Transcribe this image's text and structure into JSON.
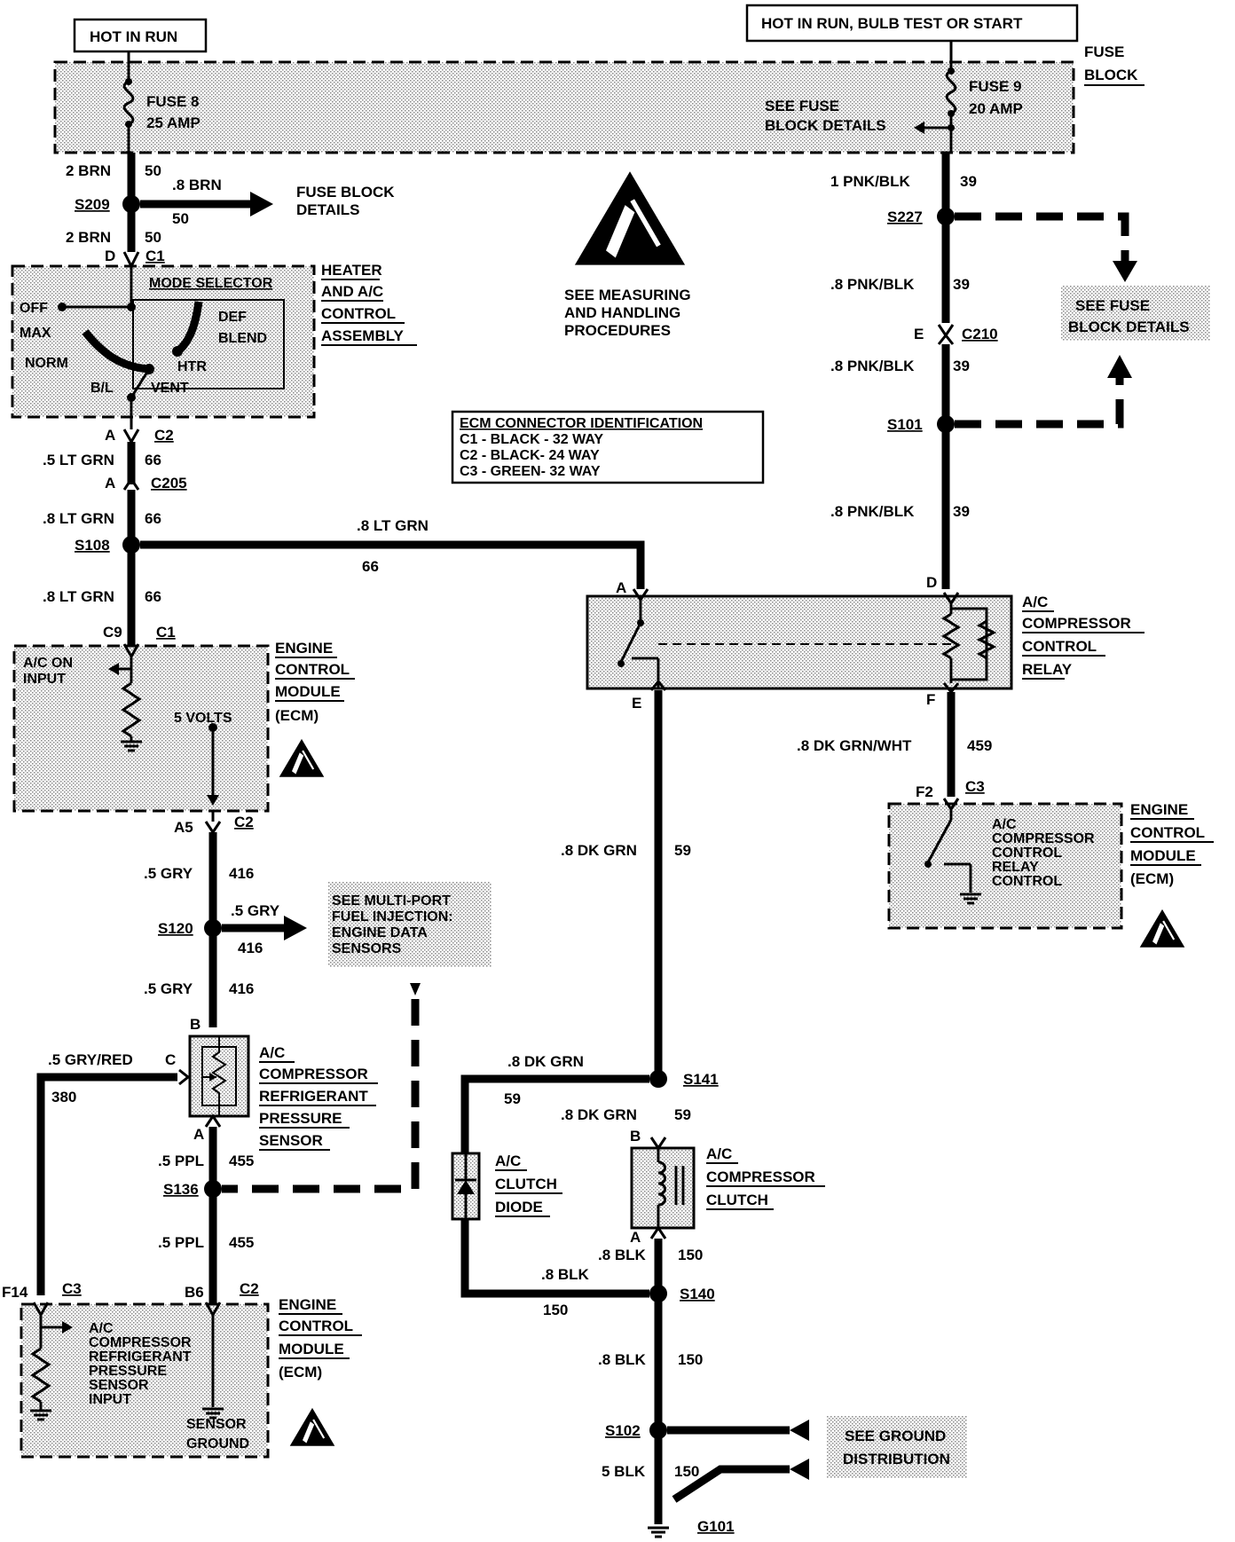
{
  "power": {
    "hot_in_run": "HOT IN RUN",
    "hot_in_run_bulb": "HOT IN RUN, BULB TEST OR START",
    "fuse_block": [
      "FUSE",
      "BLOCK"
    ],
    "fuse8": [
      "FUSE 8",
      "25 AMP"
    ],
    "fuse9": [
      "FUSE 9",
      "20 AMP"
    ],
    "see_fuse_block_details": [
      "SEE FUSE",
      "BLOCK DETAILS"
    ]
  },
  "left_column": {
    "w1_gauge": "2 BRN",
    "w1_circuit": "50",
    "s209": "S209",
    "branch_gauge": ".8 BRN",
    "branch_circuit": "50",
    "fuse_block_details": [
      "FUSE BLOCK",
      "DETAILS"
    ],
    "w2_gauge": "2 BRN",
    "w2_circuit": "50",
    "c1_pin": "D",
    "c1": "C1",
    "heater_label": [
      "HEATER",
      "AND A/C",
      "CONTROL",
      "ASSEMBLY"
    ],
    "mode_selector": "MODE SELECTOR",
    "positions": {
      "off": "OFF",
      "max": "MAX",
      "norm": "NORM",
      "bl": "B/L",
      "vent": "VENT",
      "htr": "HTR",
      "def": "DEF",
      "blend": "BLEND"
    },
    "c2_pin": "A",
    "c2": "C2",
    "w3_gauge": ".5 LT GRN",
    "w3_circuit": "66",
    "c205_pin": "A",
    "c205": "C205",
    "w4_gauge": ".8 LT GRN",
    "w4_circuit": "66",
    "s108": "S108",
    "w5_gauge": ".8 LT GRN",
    "w5_circuit": "66",
    "ecm_c9": "C9",
    "ecm_c1": "C1",
    "ac_on_input": [
      "A/C ON",
      "INPUT"
    ],
    "five_volts": "5 VOLTS",
    "ecm_label": [
      "ENGINE",
      "CONTROL",
      "MODULE",
      "(ECM)"
    ],
    "a5": "A5",
    "a5_c2": "C2",
    "w6_gauge": ".5 GRY",
    "w6_circuit": "416",
    "s120": "S120",
    "s120_branch_gauge": ".5 GRY",
    "s120_branch_circuit": "416",
    "see_mpfi": [
      "SEE MULTI-PORT",
      "FUEL INJECTION:",
      "ENGINE DATA",
      "SENSORS"
    ],
    "w7_gauge": ".5 GRY",
    "w7_circuit": "416",
    "sensor_b": "B",
    "sensor_c": "C",
    "sensor_a": "A",
    "gry_red_gauge": ".5 GRY/RED",
    "gry_red_circuit": "380",
    "pressure_sensor_label": [
      "A/C",
      "COMPRESSOR",
      "REFRIGERANT",
      "PRESSURE",
      "SENSOR"
    ],
    "w8_gauge": ".5 PPL",
    "w8_circuit": "455",
    "s136": "S136",
    "w9_gauge": ".5 PPL",
    "w9_circuit": "455",
    "f14": "F14",
    "f14_c3": "C3",
    "b6": "B6",
    "b6_c2": "C2",
    "ecm2_inner": [
      "A/C",
      "COMPRESSOR",
      "REFRIGERANT",
      "PRESSURE",
      "SENSOR",
      "INPUT"
    ],
    "sensor_ground": [
      "SENSOR",
      "GROUND"
    ],
    "ecm2_label": [
      "ENGINE",
      "CONTROL",
      "MODULE",
      "(ECM)"
    ]
  },
  "center": {
    "esd_note": [
      "SEE MEASURING",
      "AND HANDLING",
      "PROCEDURES"
    ],
    "ecm_conn_title": "ECM CONNECTOR IDENTIFICATION",
    "ecm_conn_lines": [
      "C1 - BLACK - 32 WAY",
      "C2 - BLACK- 24 WAY",
      "C3 - GREEN- 32 WAY"
    ],
    "top_wire_gauge": ".8 LT GRN",
    "top_wire_circuit": "66",
    "relay_a": "A",
    "relay_e": "E",
    "w_dkgrn_gauge": ".8 DK GRN",
    "w_dkgrn_circuit": "59",
    "s141": "S141",
    "diode_wire_gauge": ".8 DK GRN",
    "diode_wire_circuit": "59",
    "clutch_wire_gauge": ".8 DK GRN",
    "clutch_wire_circuit": "59",
    "diode_label": [
      "A/C",
      "CLUTCH",
      "DIODE"
    ],
    "clutch_b": "B",
    "clutch_a": "A",
    "clutch_label": [
      "A/C",
      "COMPRESSOR",
      "CLUTCH"
    ],
    "blk_gauge_1": ".8 BLK",
    "blk_circuit_1": "150",
    "blk_gauge_2": ".8 BLK",
    "blk_circuit_2": "150",
    "s140": "S140",
    "blk_gauge_3": ".8 BLK",
    "blk_circuit_3": "150",
    "s102": "S102",
    "blk_gauge_4": "5 BLK",
    "blk_circuit_4": "150",
    "g101": "G101",
    "see_ground": [
      "SEE GROUND",
      "DISTRIBUTION"
    ]
  },
  "right_column": {
    "w1_gauge": "1 PNK/BLK",
    "w1_circuit": "39",
    "s227": "S227",
    "w2_gauge": ".8 PNK/BLK",
    "w2_circuit": "39",
    "c210_pin": "E",
    "c210": "C210",
    "w3_gauge": ".8 PNK/BLK",
    "w3_circuit": "39",
    "s101": "S101",
    "see_fuse_block": [
      "SEE FUSE",
      "BLOCK DETAILS"
    ],
    "w4_gauge": ".8 PNK/BLK",
    "w4_circuit": "39",
    "relay_d": "D",
    "relay_f": "F",
    "relay_label": [
      "A/C",
      "COMPRESSOR",
      "CONTROL",
      "RELAY"
    ],
    "w5_gauge": ".8 DK GRN/WHT",
    "w5_circuit": "459",
    "f2": "F2",
    "f2_c3": "C3",
    "ecm3_inner": [
      "A/C",
      "COMPRESSOR",
      "CONTROL",
      "RELAY",
      "CONTROL"
    ],
    "ecm3_label": [
      "ENGINE",
      "CONTROL",
      "MODULE",
      "(ECM)"
    ]
  }
}
